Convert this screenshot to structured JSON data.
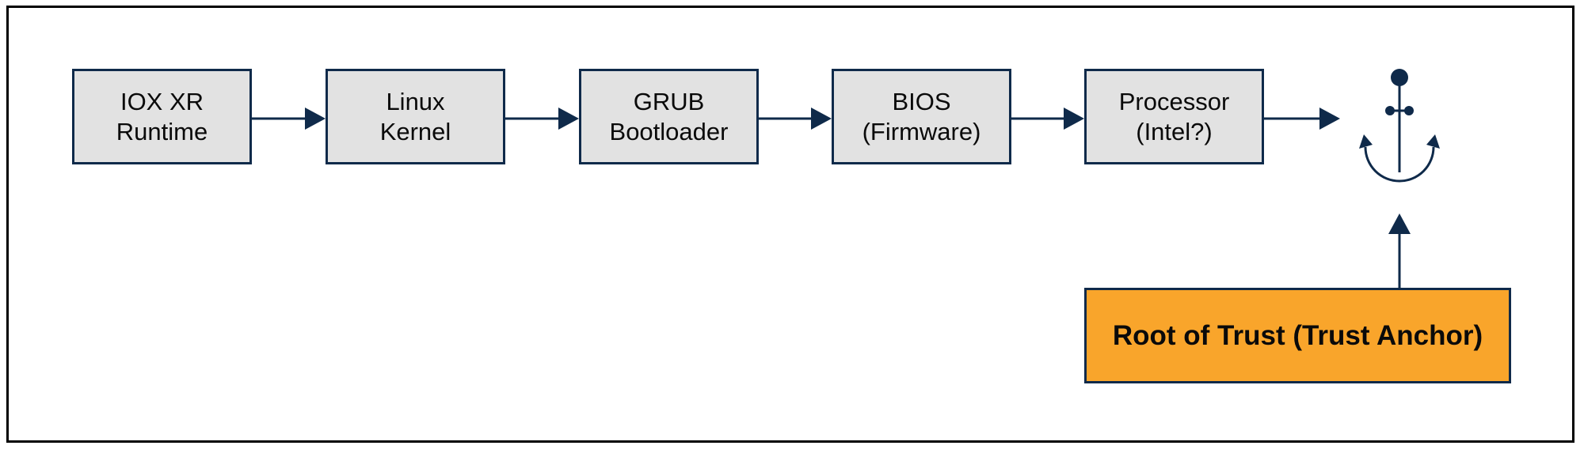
{
  "diagram": {
    "nodes": [
      {
        "id": "iox-xr-runtime",
        "lines": [
          "IOX XR",
          "Runtime"
        ]
      },
      {
        "id": "linux-kernel",
        "lines": [
          "Linux",
          "Kernel"
        ]
      },
      {
        "id": "grub-bootloader",
        "lines": [
          "GRUB",
          "Bootloader"
        ]
      },
      {
        "id": "bios-firmware",
        "lines": [
          "BIOS",
          "(Firmware)"
        ]
      },
      {
        "id": "processor",
        "lines": [
          "Processor",
          "(Intel?)"
        ]
      }
    ],
    "root_of_trust": {
      "label": "Root of Trust (Trust Anchor)"
    },
    "anchor_icon": "anchor-icon",
    "colors": {
      "node_fill": "#e2e2e2",
      "node_border": "#0f2a4a",
      "root_fill": "#f9a52b",
      "arrow": "#0f2a4a",
      "frame": "#000000"
    }
  }
}
